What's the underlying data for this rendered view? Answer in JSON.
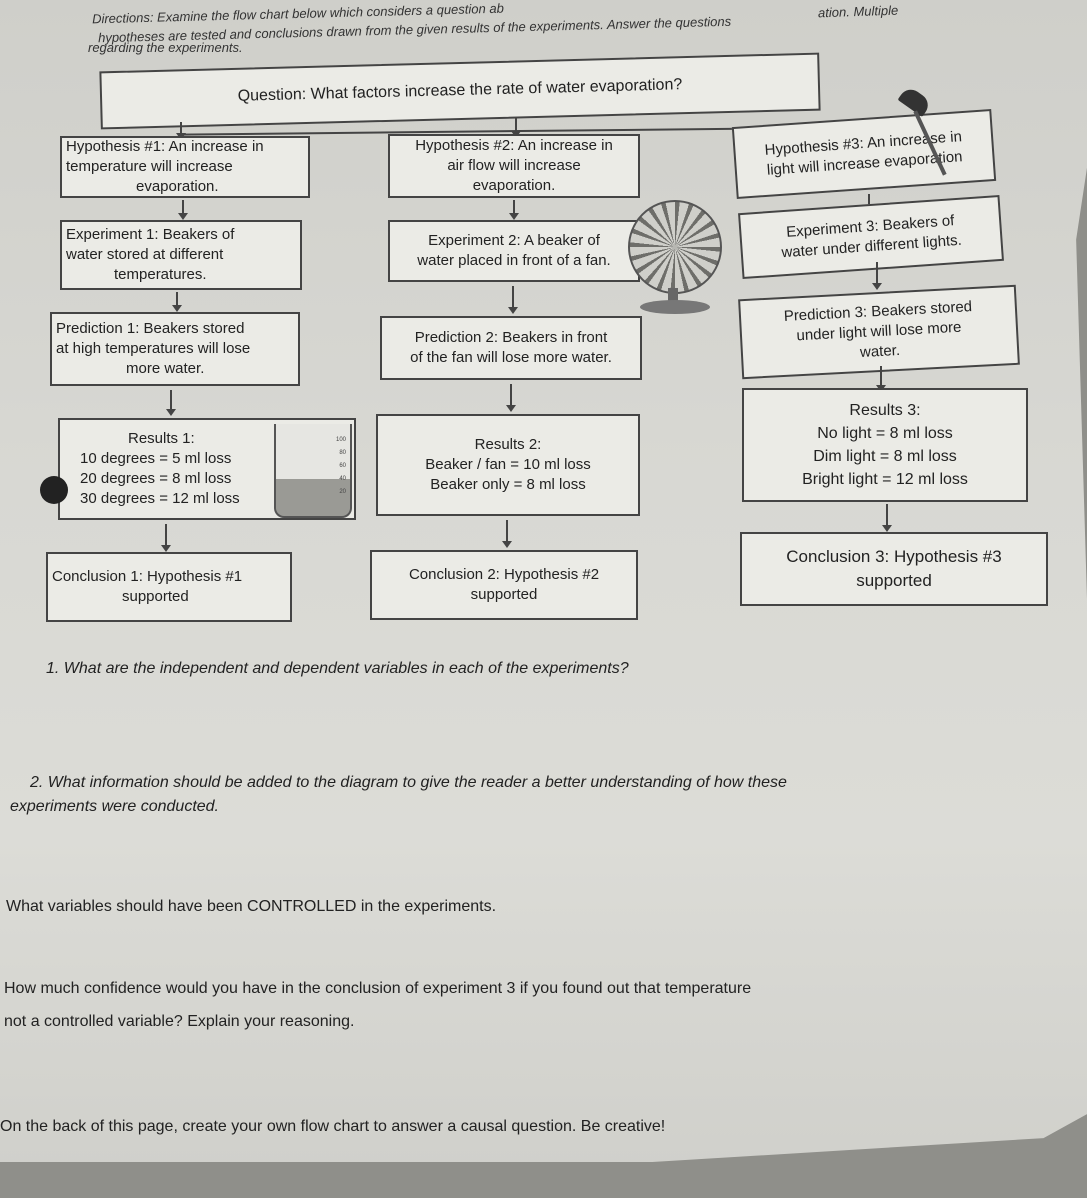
{
  "directions": {
    "line1": "Directions: Examine the flow chart below which considers a question ab",
    "line1_end": "ation. Multiple",
    "line2": "hypotheses are tested and conclusions drawn from the given results of the experiments. Answer the questions",
    "line3": "regarding the experiments."
  },
  "question_box": "Question: What factors increase the rate of water evaporation?",
  "columns": [
    {
      "hypothesis": [
        "Hypothesis #1: An increase in",
        "temperature will increase",
        "evaporation."
      ],
      "experiment": [
        "Experiment 1: Beakers of",
        "water stored at different",
        "temperatures."
      ],
      "prediction": [
        "Prediction 1: Beakers stored",
        "at high temperatures will lose",
        "more water."
      ],
      "results": [
        "Results 1:",
        "10 degrees = 5 ml loss",
        "20 degrees = 8 ml loss",
        "30 degrees = 12 ml loss"
      ],
      "conclusion": [
        "Conclusion 1: Hypothesis #1",
        "supported"
      ]
    },
    {
      "hypothesis": [
        "Hypothesis #2: An increase in",
        "air flow will increase",
        "evaporation."
      ],
      "experiment": [
        "Experiment 2: A beaker of",
        "water placed in front of a fan."
      ],
      "prediction": [
        "Prediction 2: Beakers in front",
        "of the fan will lose more water."
      ],
      "results": [
        "Results 2:",
        "Beaker / fan = 10 ml loss",
        "Beaker only = 8 ml loss"
      ],
      "conclusion": [
        "Conclusion 2: Hypothesis #2",
        "supported"
      ]
    },
    {
      "hypothesis": [
        "Hypothesis #3: An increase in",
        "light will increase evaporation"
      ],
      "experiment": [
        "Experiment 3: Beakers of",
        "water under different lights."
      ],
      "prediction": [
        "Prediction 3: Beakers stored",
        "under light will lose more",
        "water."
      ],
      "results": [
        "Results 3:",
        "No light = 8 ml loss",
        "Dim light = 8 ml loss",
        "Bright light = 12 ml loss"
      ],
      "conclusion": [
        "Conclusion 3: Hypothesis #3",
        "supported"
      ]
    }
  ],
  "beaker_marks": [
    "100",
    "80",
    "60",
    "40",
    "20"
  ],
  "questions": {
    "q1": "1. What are the independent and dependent variables in each of the experiments?",
    "q2a": "2. What information should be added to the diagram to give the reader a better understanding of how these",
    "q2b": "experiments were conducted.",
    "q3": "What variables should have been CONTROLLED in the experiments.",
    "q4a": "How much confidence would you have in the conclusion of experiment 3 if you found out that temperature",
    "q4b": "not a controlled variable?   Explain your reasoning.",
    "q5": "On the back of this page, create your own flow chart to answer a causal question. Be creative!"
  }
}
